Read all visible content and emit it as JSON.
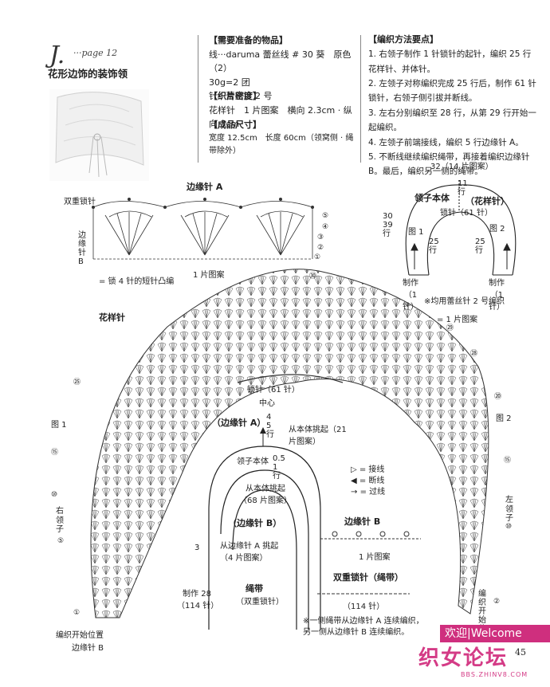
{
  "header": {
    "letter": "J.",
    "page": "···page 12",
    "title": "花形边饰的装饰领"
  },
  "materials": {
    "heading": "【需要准备的物品】",
    "lines": [
      "线···daruma 蕾丝线 # 30 葵　原色（2）",
      "30g=2 团",
      "针···蕾丝针 2 号"
    ]
  },
  "gauge": {
    "heading": "【织片密度】",
    "lines": [
      "花样针　1 片图案　横向 2.3cm · 纵向 3cm"
    ]
  },
  "size": {
    "heading": "【成品尺寸】",
    "lines": [
      "宽度 12.5cm　长度 60cm（领窝侧 · 绳带除外）"
    ]
  },
  "method": {
    "heading": "【编织方法要点】",
    "lines": [
      "1. 右领子制作 1 针锁针的起针，编织 25 行",
      "花样针、并体针。",
      "2. 左领子对称编织完成 25 行后，制作 61 针",
      "锁针，右领子侧引拔并断线。",
      "3. 左右分别编织至 28 行，从第 29 行开始一",
      "起编织。",
      "4. 左领子前端接线，编织 5 行边缘针 A。",
      "5. 不断线继续编织绳带，再接着编织边缘针",
      "B。最后，编织另一侧的绳带。"
    ]
  },
  "diagram": {
    "edging_a_title": "边缘针 A",
    "double_chain": "双重锁针",
    "edging_b_vert": "边缘针B",
    "picot_note": "= 锁 4 针的短针凸编",
    "one_repeat": "1 片图案",
    "pattern_label": "花样针",
    "fig1": "图 1",
    "fig2": "图 2",
    "right_collar": "右领子",
    "left_collar": "左领子",
    "chain61": "锁针（61 针）",
    "center": "中心",
    "schematic": {
      "width_label": "32（14 片图案）",
      "rows11": "11 行",
      "collar_body": "领子本体",
      "pattern_stitch": "（花样针）",
      "chain61": "锁针（61 针）",
      "fig1": "图 1",
      "fig2": "图 2",
      "rows25": "25 行",
      "height_label": "30 39 行",
      "make": "制作（1 针）",
      "hook_note": "※均用蕾丝针 2 号编织",
      "one_repeat_eq": "= 1 片图案"
    },
    "inner": {
      "edging_a": "（边缘针 A）",
      "rows4": "4 5 行",
      "pick_up_21": "从本体挑起（21 片图案）",
      "collar_body": "领子本体",
      "rows05": "0.5 1 行",
      "pick_up_68": "从本体挑起（68 片图案）",
      "edging_b": "（边缘针 B）",
      "pick_up_a": "从边缘针 A 挑起（4 片图案）",
      "n3": "3",
      "make28": "制作 28（114 针）",
      "cord": "绳带",
      "cord_sub": "（双重锁针）"
    },
    "legend": {
      "join": "= 接线",
      "cut": "= 断线",
      "slip": "= 过线"
    },
    "edging_b_title": "边缘针 B",
    "edging_b_repeat": "1 片图案",
    "double_chain_title": "双重锁针（绳带）",
    "chain_114": "（114 针）",
    "cord_note_1": "※一侧绳带从边缘针 A 连续编织，",
    "cord_note_2": "另一侧从边缘针 B 连续编织。",
    "start_pos": "编织开始位置",
    "start_pos_b": "边缘针 B",
    "start_pos_r": "编织开始位置",
    "rows": [
      "①",
      "②",
      "③",
      "④",
      "⑤",
      "⑩",
      "⑮",
      "⑳",
      "㉕",
      "㉘",
      "㉙",
      "㉚"
    ]
  },
  "watermark": {
    "bar": "欢迎|Welcome",
    "logo": "织女论坛",
    "url": "BBS.ZHINV8.COM"
  },
  "page_number": "45"
}
